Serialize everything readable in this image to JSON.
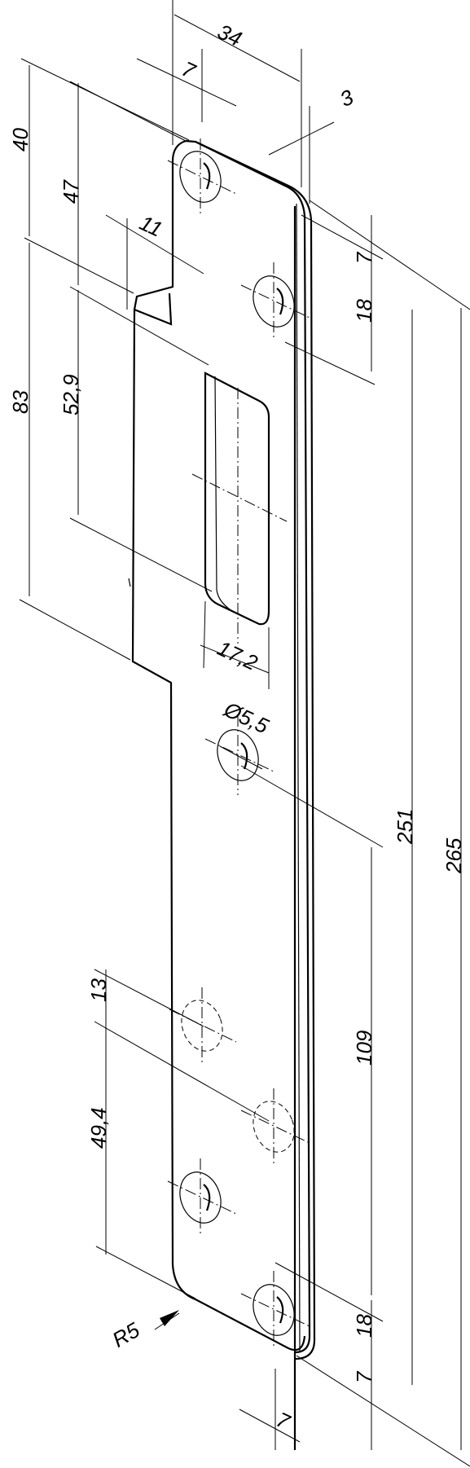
{
  "dimensions": {
    "d34": "34",
    "d7_top": "7",
    "d3": "3",
    "d40": "40",
    "d47": "47",
    "d11": "11",
    "d7_right": "7",
    "d18_top": "18",
    "d83": "83",
    "d52_9": "52,9",
    "d17_2": "17,2",
    "d5_5": "Ø5,5",
    "d251": "251",
    "d265": "265",
    "d109": "109",
    "d13": "13",
    "d49_4": "49,4",
    "dR5": "R5",
    "d18_bottom": "18",
    "d7_bottom_right": "7",
    "d7_bottom": "7"
  }
}
